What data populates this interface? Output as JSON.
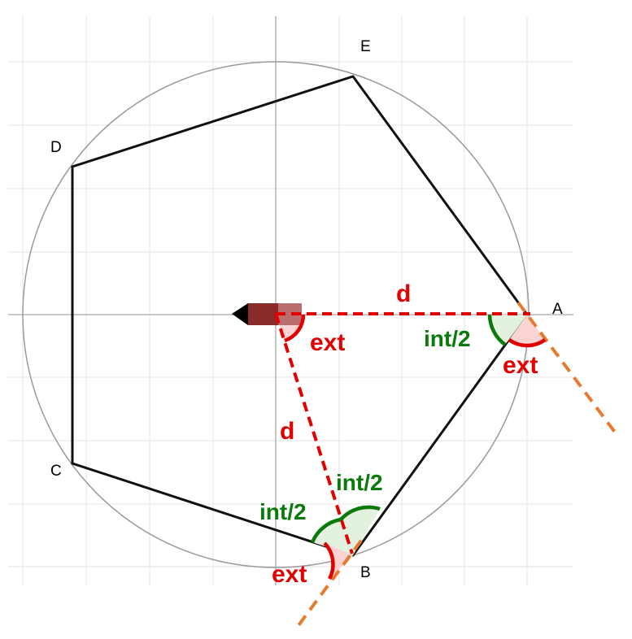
{
  "vertices": {
    "A": "A",
    "B": "B",
    "C": "C",
    "D": "D",
    "E": "E"
  },
  "labels": {
    "d_top": "d",
    "d_left": "d",
    "ext_center": "ext",
    "ext_a": "ext",
    "ext_b": "ext",
    "int_half_a": "int/2",
    "int_half_b_upper": "int/2",
    "int_half_b_left": "int/2"
  },
  "colors": {
    "polygon": "#111111",
    "circle": "#9a9a9a",
    "grid": "#e3e3e3",
    "axis": "#9a9a9a",
    "radius_dash": "#e00000",
    "extension_dash": "#e87a30",
    "ext_arc": "#e00000",
    "ext_fill": "#fbd3d3",
    "int_arc": "#0a7a0a",
    "int_fill": "#e3f2df",
    "turtle": "#8b2a2a"
  }
}
